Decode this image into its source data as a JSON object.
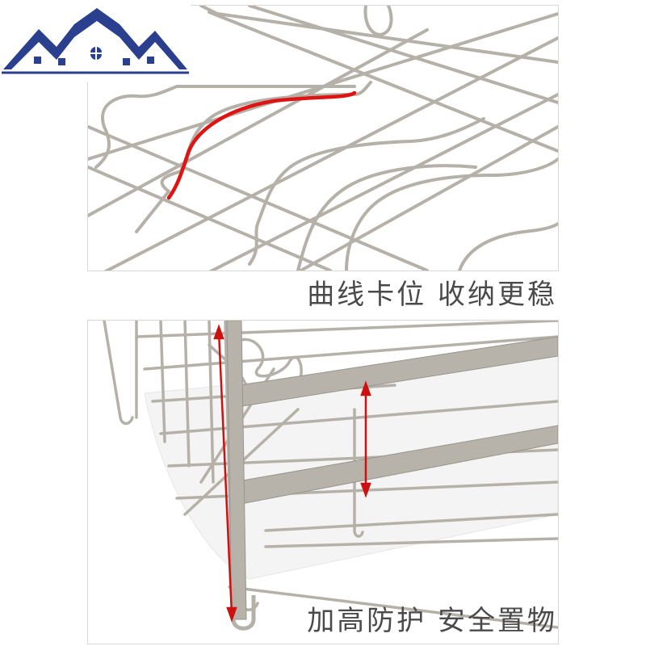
{
  "captions": {
    "top": "曲线卡位 收纳更稳",
    "bottom": "加高防护 安全置物"
  },
  "colors": {
    "wire": "#b5b1a8",
    "highlight": "#e01313",
    "arrow": "#cc1111",
    "logo_blue": "#2b3f8f",
    "text": "#4a4a4a"
  },
  "icons": {
    "logo": "house-roof-logo"
  }
}
